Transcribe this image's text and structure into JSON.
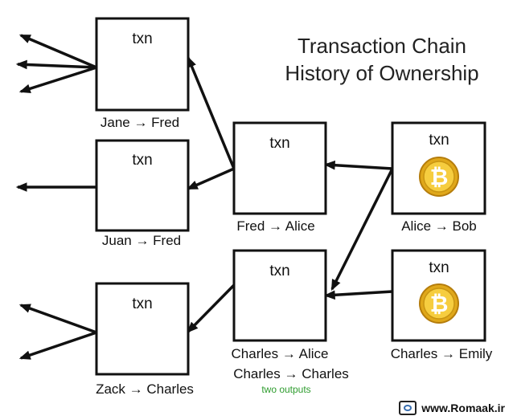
{
  "title": {
    "line1": "Transaction Chain",
    "line2": "History of Ownership"
  },
  "transactions": [
    {
      "id": "jane-fred",
      "box_label": "txn",
      "caption": "Jane → Fred"
    },
    {
      "id": "juan-fred",
      "box_label": "txn",
      "caption": "Juan → Fred"
    },
    {
      "id": "zack-charles",
      "box_label": "txn",
      "caption": "Zack → Charles"
    },
    {
      "id": "fred-alice",
      "box_label": "txn",
      "caption": "Fred → Alice"
    },
    {
      "id": "charles-alice",
      "box_label": "txn",
      "caption_lines": [
        "Charles → Alice",
        "Charles → Charles"
      ],
      "note": "two outputs"
    },
    {
      "id": "alice-bob",
      "box_label": "txn",
      "caption": "Alice → Bob",
      "coin_icon": "bitcoin-coin-icon"
    },
    {
      "id": "charles-emily",
      "box_label": "txn",
      "caption": "Charles → Emily",
      "coin_icon": "bitcoin-coin-icon"
    }
  ],
  "coin_symbol": "₿",
  "logo": {
    "text": "www.Romaak.ir",
    "icon": "romaak-logo-icon"
  },
  "colors": {
    "note": "#2e9c2e",
    "coin": "#e0a81a",
    "line": "#111111"
  }
}
